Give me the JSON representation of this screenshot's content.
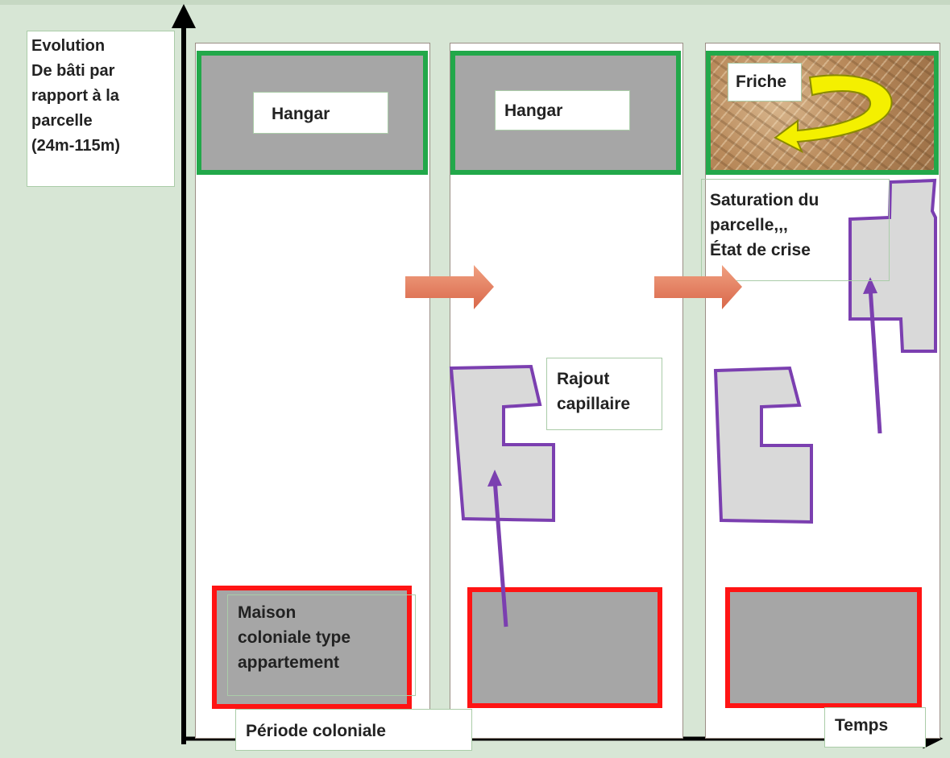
{
  "y_axis_label": "Evolution\nDe bâti par\nrapport à la\nparcelle\n(24m-115m)",
  "x_axis_label": "Temps",
  "period_label": "Période coloniale",
  "panel1": {
    "hangar_label": "Hangar",
    "maison_label": "Maison\ncoloniale type\nappartement"
  },
  "panel2": {
    "hangar_label": "Hangar",
    "extension_label": "Rajout\ncapillaire"
  },
  "panel3": {
    "friche_label": "Friche",
    "saturation_label": "Saturation du\nparcelle,,,\nÉtat de crise"
  },
  "colors": {
    "background": "#d7e6d5",
    "hangar_border": "#22a84a",
    "maison_border": "#ff1414",
    "building_fill": "#a6a6a6",
    "extension_stroke": "#7b3fb0",
    "extension_fill": "#d9d9d9",
    "transition_arrow": "#e07a5a",
    "friche_arrow": "#e8e000"
  }
}
